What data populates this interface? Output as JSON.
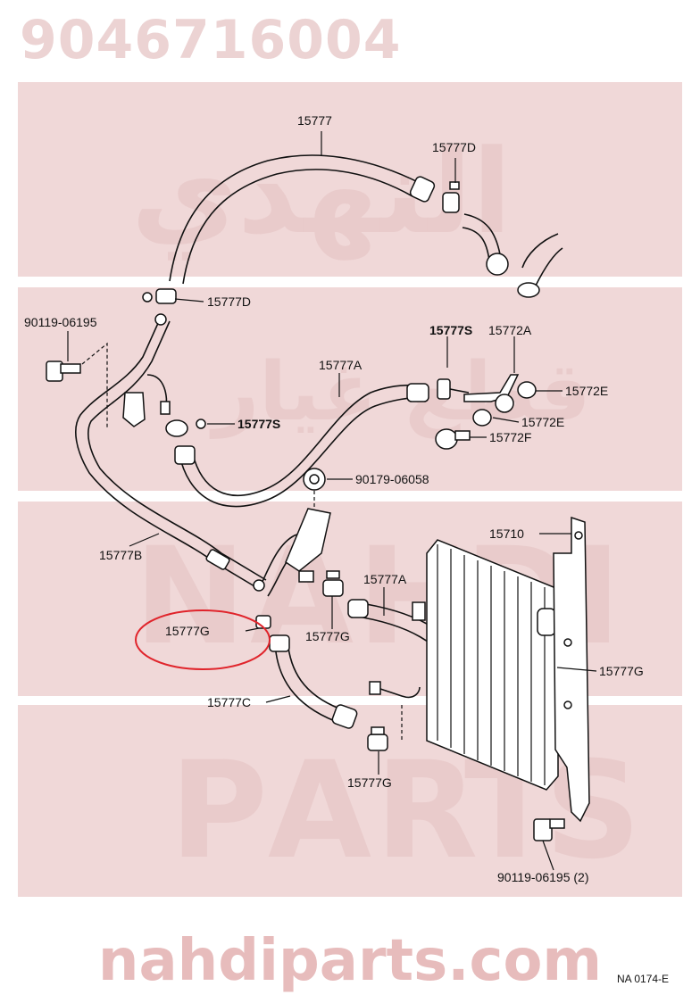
{
  "header": {
    "part_number": "9046716004"
  },
  "watermark": {
    "brand_arabic": "النهدي",
    "subtitle_arabic": "قطع غيار",
    "brand_letters": [
      "N",
      "A",
      "H",
      "D",
      "I"
    ],
    "parts_letters": [
      "P",
      "A",
      "R",
      "T",
      "S"
    ]
  },
  "footer": {
    "site_url": "nahdiparts.com",
    "diagram_ref": "NA  0174-E"
  },
  "labels": {
    "hose_top": "15777",
    "clamp_d_top": "15777D",
    "clamp_d_left": "15777D",
    "bolt_left": "90119-06195",
    "clamp_s_top": "15777S",
    "bracket_a": "15772A",
    "hose_a_top": "15777A",
    "clamp_s_mid": "15777S",
    "cushion_e1": "15772E",
    "cushion_e2": "15772E",
    "collar_f": "15772F",
    "grommet": "90179-06058",
    "pipe_b": "15777B",
    "cooler": "15710",
    "hose_a_mid": "15777A",
    "clamp_g_circled": "15777G",
    "clamp_g_mid": "15777G",
    "clamp_g_right": "15777G",
    "hose_c": "15777C",
    "clamp_g_bottom": "15777G",
    "bolt_bottom": "90119-06195 (2)"
  },
  "highlight": {
    "color": "#e0242b"
  },
  "colors": {
    "watermark": "#f0d8d8",
    "ink": "#111111",
    "footer_text": "#e7bcbc"
  }
}
